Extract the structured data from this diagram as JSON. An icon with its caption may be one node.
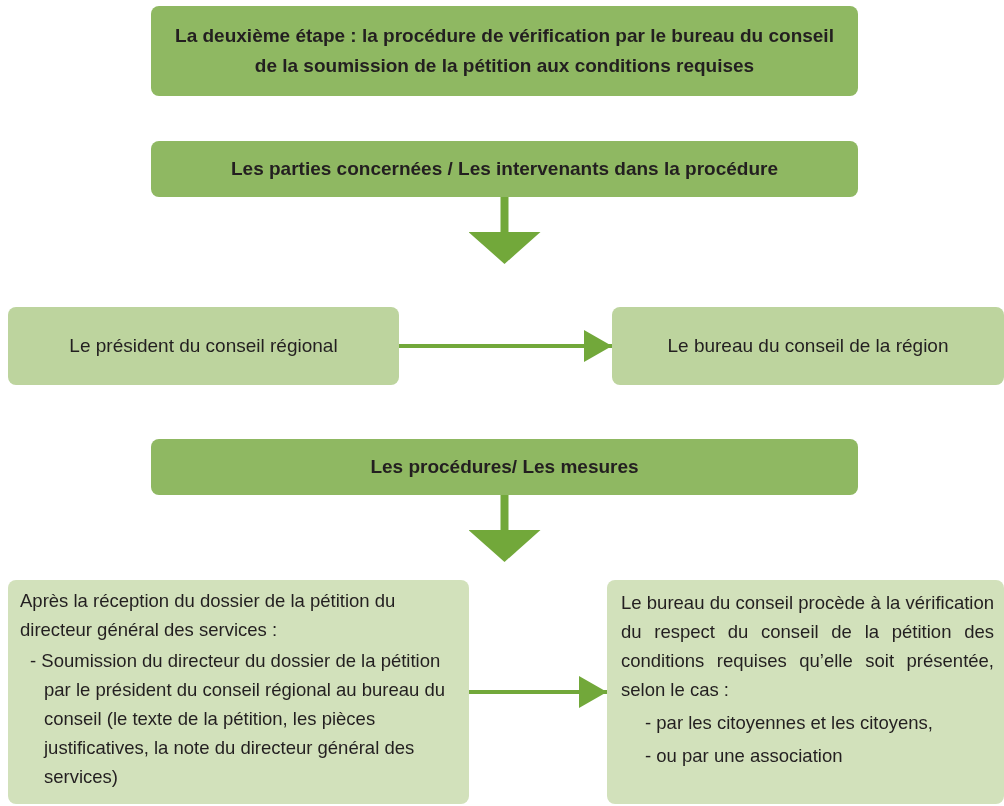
{
  "diagram": {
    "nodes": [
      {
        "text": [
          "La deuxième étape : la procédure de vérification par le bureau du conseil de la soumission de la pétition aux conditions requises"
        ]
      },
      {
        "text": [
          "Les parties concernées / Les intervenants dans la procédure"
        ]
      },
      {
        "text": [
          "Le président du conseil régional"
        ]
      },
      {
        "text": [
          "Le bureau du conseil de la région"
        ]
      },
      {
        "text": [
          "Les procédures/ Les mesures"
        ]
      },
      {
        "text": [
          "Après la réception du dossier de la pétition du directeur général des services :",
          "- Soumission du directeur du dossier de la pétition par le président du conseil régional au bureau du conseil (le texte de la pétition, les pièces justificatives, la note du directeur général des services)"
        ]
      },
      {
        "text": [
          "Le bureau du conseil procède à la vérification du respect du conseil de la pétition des conditions requises qu’elle soit présentée, selon le cas :",
          "- par les citoyennes et les citoyens,",
          "- ou par une association"
        ]
      }
    ],
    "edges": [
      {
        "from": 1,
        "to": null,
        "arrow": "to",
        "style": "thick"
      },
      {
        "from": 2,
        "to": 3,
        "arrow": "to"
      },
      {
        "from": 4,
        "to": null,
        "arrow": "to",
        "style": "thick"
      },
      {
        "from": 5,
        "to": 6,
        "arrow": "to"
      }
    ]
  }
}
